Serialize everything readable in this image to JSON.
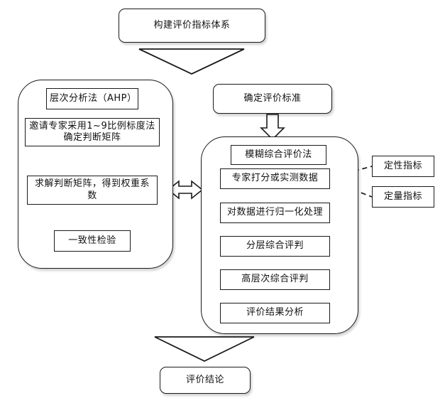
{
  "diagram": {
    "title_box": {
      "label": "构建评价指标体系"
    },
    "criteria_box": {
      "label": "确定评价标准"
    },
    "conclusion_box": {
      "label": "评价结论"
    },
    "ahp_group": {
      "header": "层次分析法（AHP）",
      "steps": [
        {
          "label": "邀请专家采用1~9比例标度法确定判断矩阵"
        },
        {
          "label": "求解判断矩阵，得到权重系数"
        },
        {
          "label": "一致性检验"
        }
      ]
    },
    "fuzzy_group": {
      "header": "模糊综合评价法",
      "steps": [
        {
          "label": "专家打分或实测数据"
        },
        {
          "label": "对数据进行归一化处理"
        },
        {
          "label": "分层综合评判"
        },
        {
          "label": "高层次综合评判"
        },
        {
          "label": "评价结果分析"
        }
      ]
    },
    "indicator_labels": [
      {
        "label": "定性指标"
      },
      {
        "label": "定量指标"
      }
    ],
    "colors": {
      "stroke": "#1a1a1a",
      "fill": "#ffffff",
      "text": "#111111"
    }
  }
}
